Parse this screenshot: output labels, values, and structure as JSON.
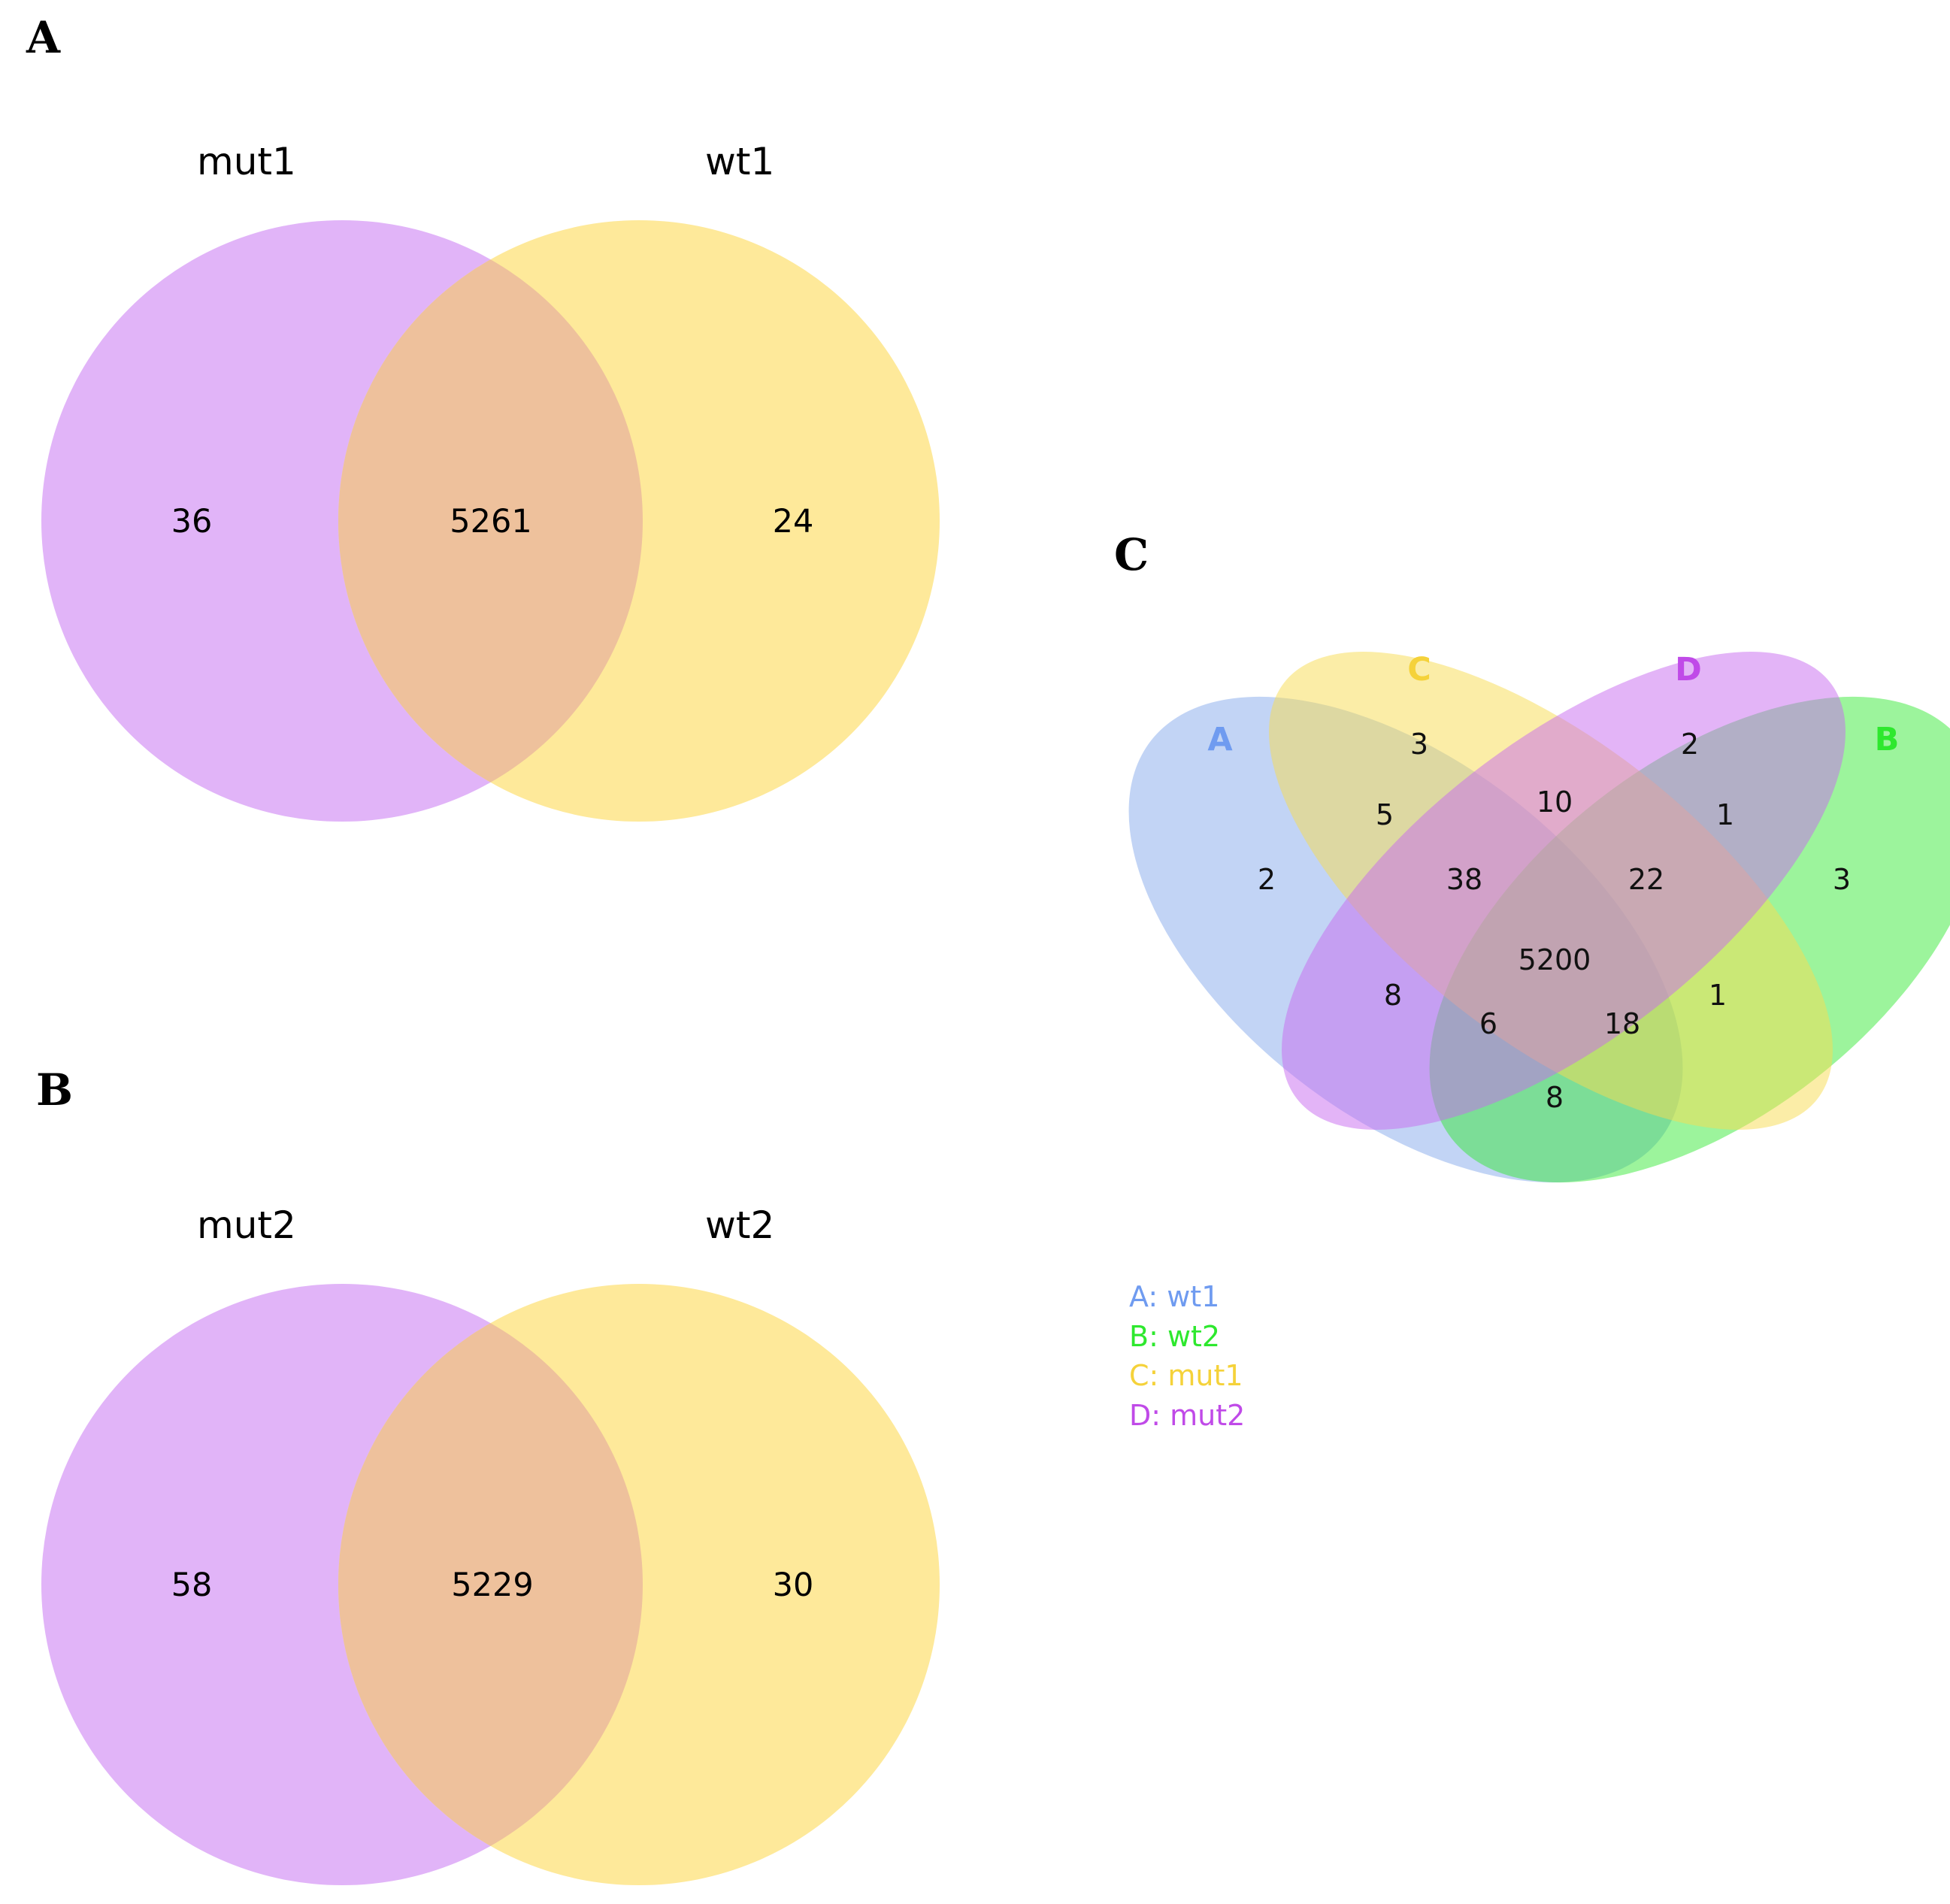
{
  "panels": {
    "a": {
      "letter": "A",
      "left_label": "mut1",
      "right_label": "wt1",
      "left_only": "36",
      "overlap": "5261",
      "right_only": "24"
    },
    "b": {
      "letter": "B",
      "left_label": "mut2",
      "right_label": "wt2",
      "left_only": "58",
      "overlap": "5229",
      "right_only": "30"
    },
    "c": {
      "letter": "C",
      "set_labels": {
        "A": "A",
        "B": "B",
        "C": "C",
        "D": "D"
      },
      "regions": {
        "C_only": "3",
        "D_only": "2",
        "A_only": "2",
        "B_only": "3",
        "AC": "5",
        "CD": "10",
        "BD": "1",
        "ACD": "38",
        "BCD": "22",
        "ABCD": "5200",
        "AD": "8",
        "ABD": "6",
        "ABC": "18",
        "BC": "1",
        "AB": "8"
      },
      "legend": [
        {
          "text": "A: wt1",
          "color": "#6f9bf0"
        },
        {
          "text": "B: wt2",
          "color": "#2ee82e"
        },
        {
          "text": "C: mut1",
          "color": "#f5d23a"
        },
        {
          "text": "D: mut2",
          "color": "#c04ae8"
        }
      ]
    }
  },
  "colors": {
    "purple_circle": "#e1b4f8",
    "yellow_circle": "#fee99a",
    "ellipse_A": "#6e99e8",
    "ellipse_B": "#30e830",
    "ellipse_C": "#f7dc50",
    "ellipse_D": "#c76af0",
    "label_A": "#6f9bf0",
    "label_B": "#2ee82e",
    "label_C": "#f5d23a",
    "label_D": "#c04ae8"
  }
}
